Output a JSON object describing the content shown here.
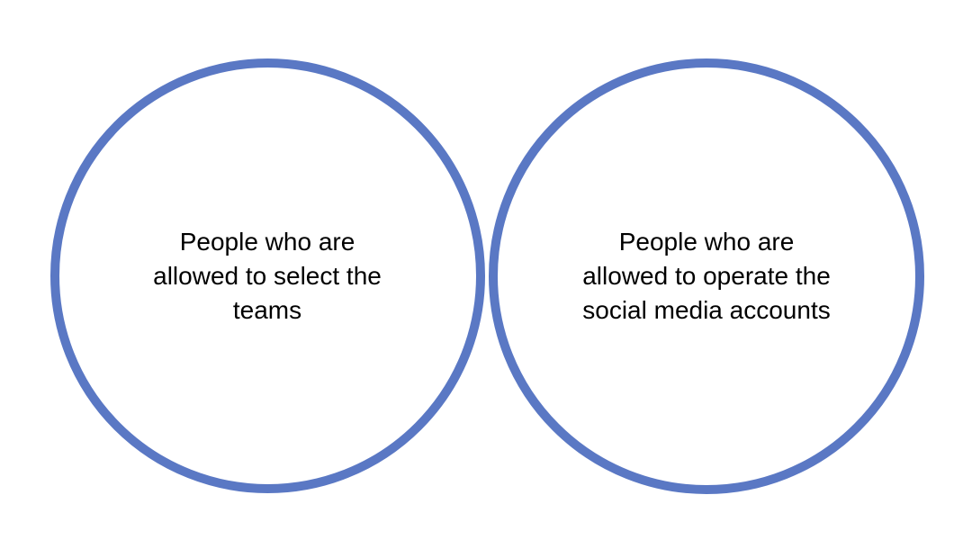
{
  "diagram": {
    "circle_color": "#5a78c4",
    "left_circle": {
      "lines": [
        "People who are",
        "allowed to select the",
        "teams"
      ]
    },
    "right_circle": {
      "lines": [
        "People who are",
        "allowed to operate the",
        "social media accounts"
      ]
    }
  }
}
